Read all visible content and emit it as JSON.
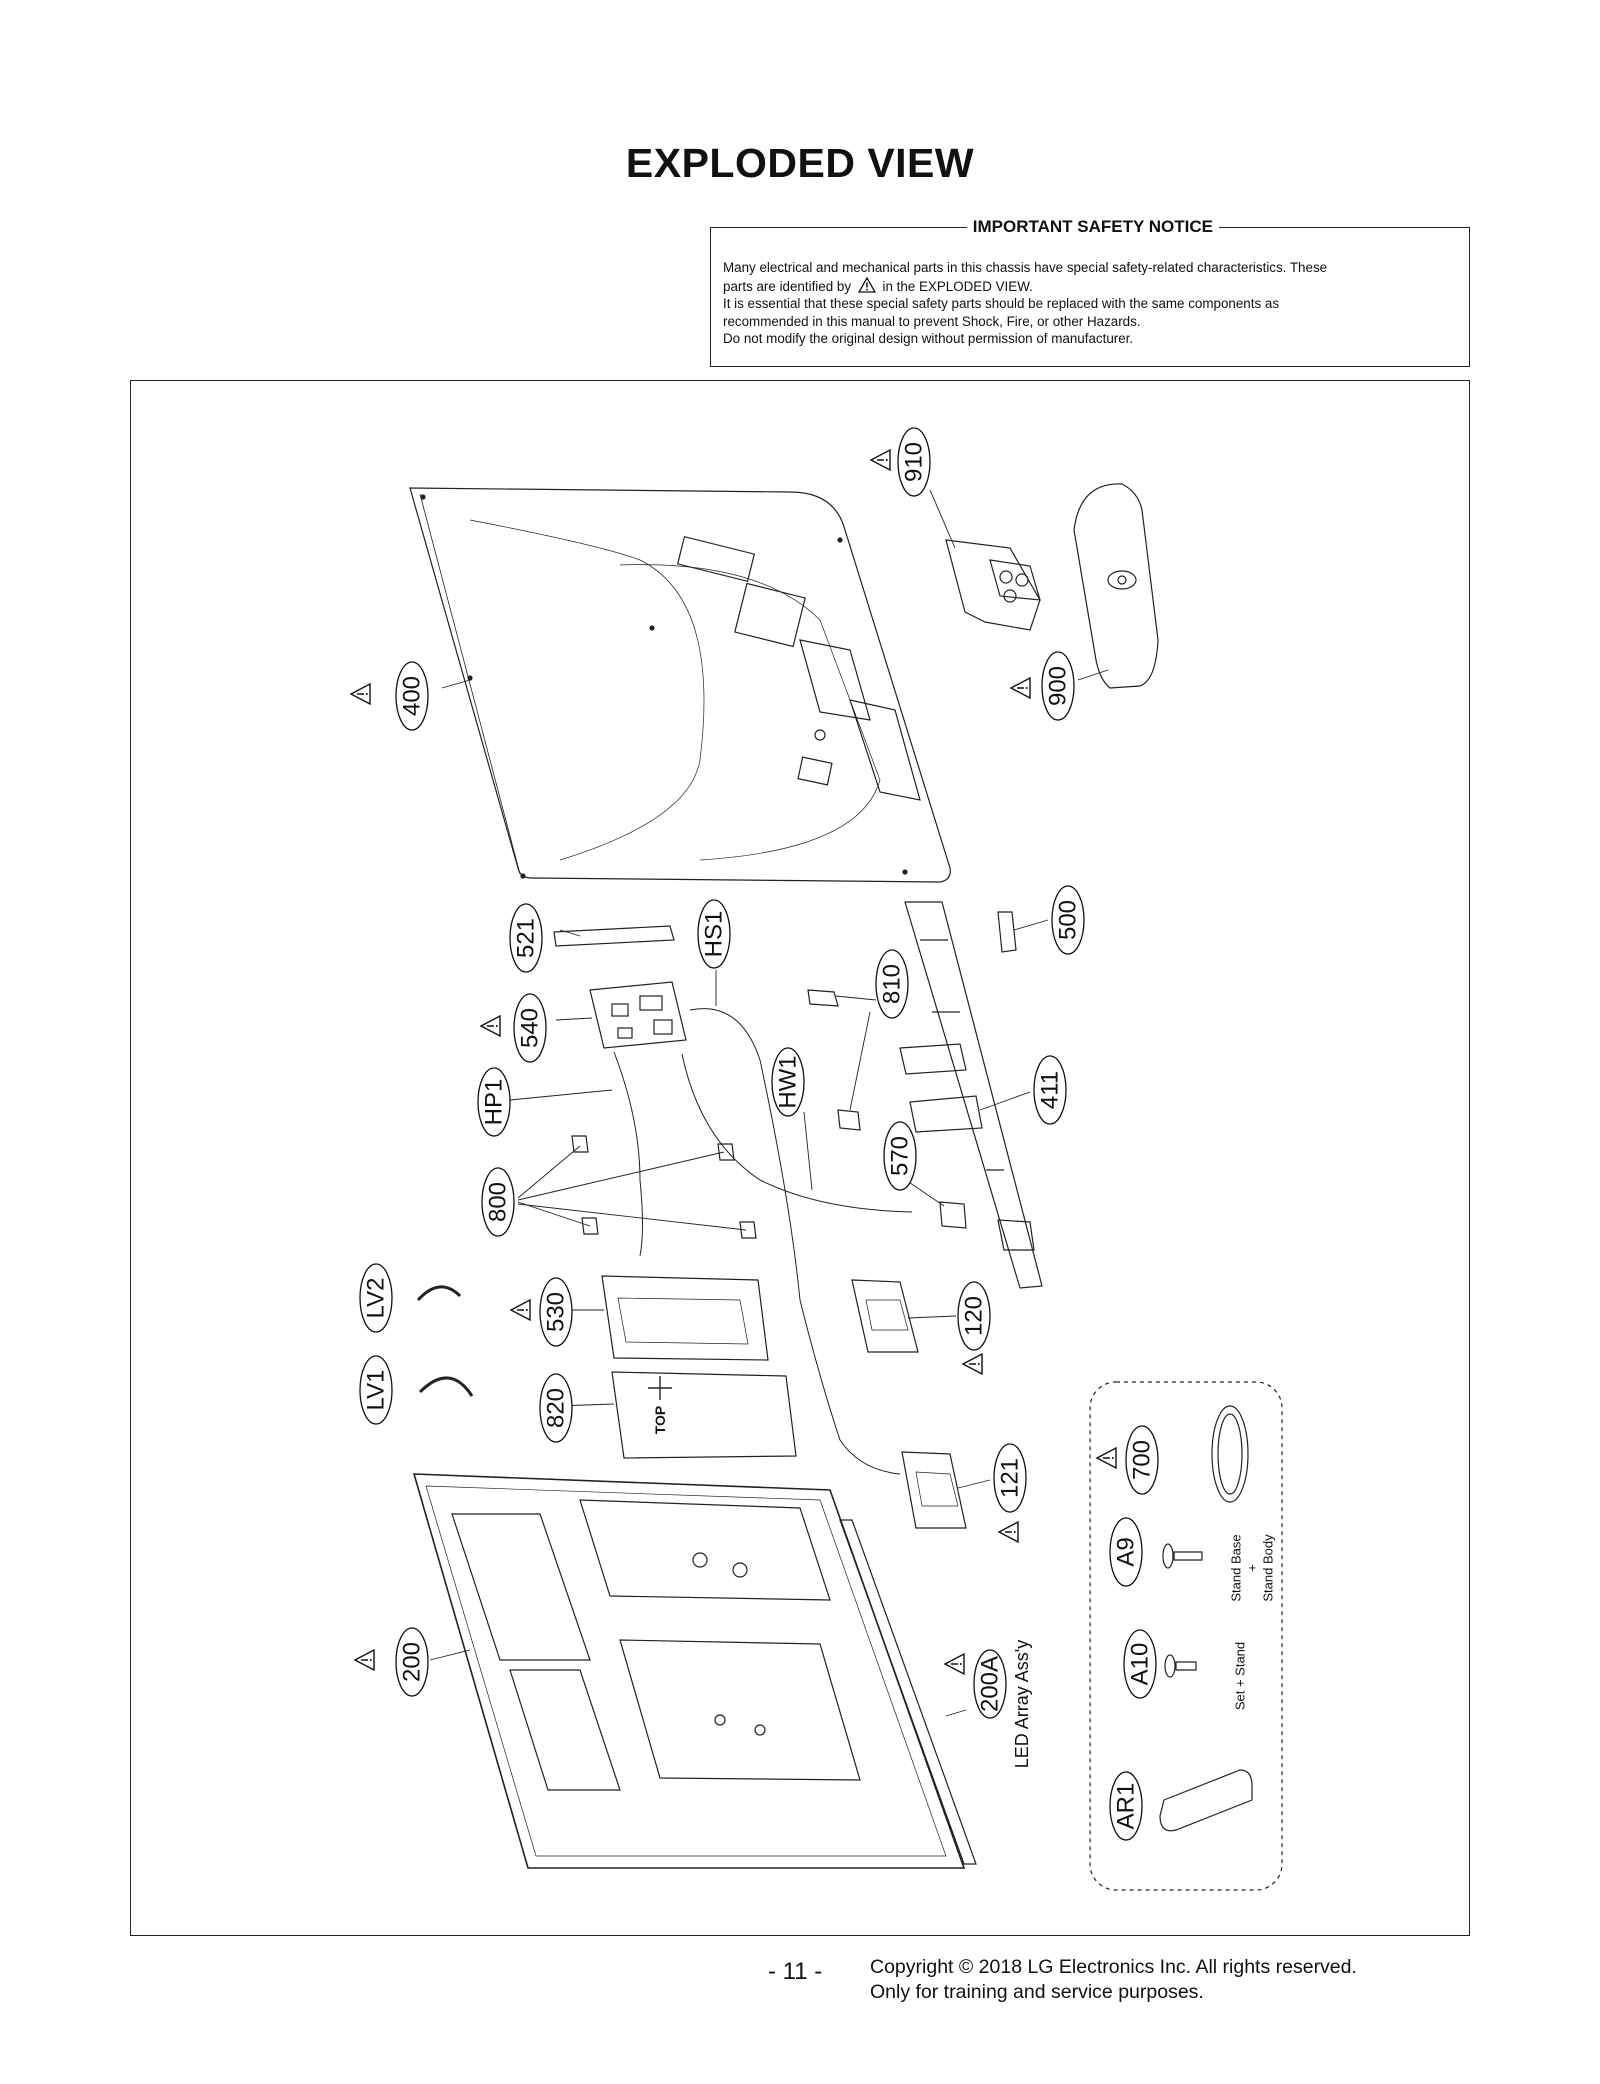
{
  "title": "EXPLODED VIEW",
  "notice": {
    "heading": "IMPORTANT SAFETY NOTICE",
    "line1": "Many electrical and mechanical parts in this chassis have special safety-related characteristics. These",
    "line2_before": "parts are identified by",
    "line2_after": "in the EXPLODED VIEW.",
    "line3": "It is essential that these special safety parts should be replaced with the same components as",
    "line4": "recommended in this manual to prevent Shock, Fire, or other Hazards.",
    "line5": "Do not modify the original design without permission of manufacturer."
  },
  "parts": {
    "p910": "910",
    "p900": "900",
    "p400": "400",
    "p521": "521",
    "pHS1": "HS1",
    "p500": "500",
    "p540": "540",
    "p810": "810",
    "pHP1": "HP1",
    "pHW1": "HW1",
    "p411": "411",
    "p800": "800",
    "p570": "570",
    "pLV2": "LV2",
    "p530": "530",
    "p120": "120",
    "pLV1": "LV1",
    "p820": "820",
    "p700": "700",
    "p121": "121",
    "pA9": "A9",
    "pA10": "A10",
    "p200": "200",
    "p200A": "200A",
    "pAR1": "AR1"
  },
  "annotations": {
    "led_array": "LED Array Ass'y",
    "stand_base": "Stand Base",
    "plus": "+",
    "stand_body": "Stand Body",
    "set_stand": "Set + Stand",
    "top_mark": "TOP"
  },
  "footer": {
    "page": "- 11 -",
    "copyright": "Copyright © 2018 LG Electronics Inc. All rights reserved.",
    "purpose": "Only for training and service purposes."
  }
}
